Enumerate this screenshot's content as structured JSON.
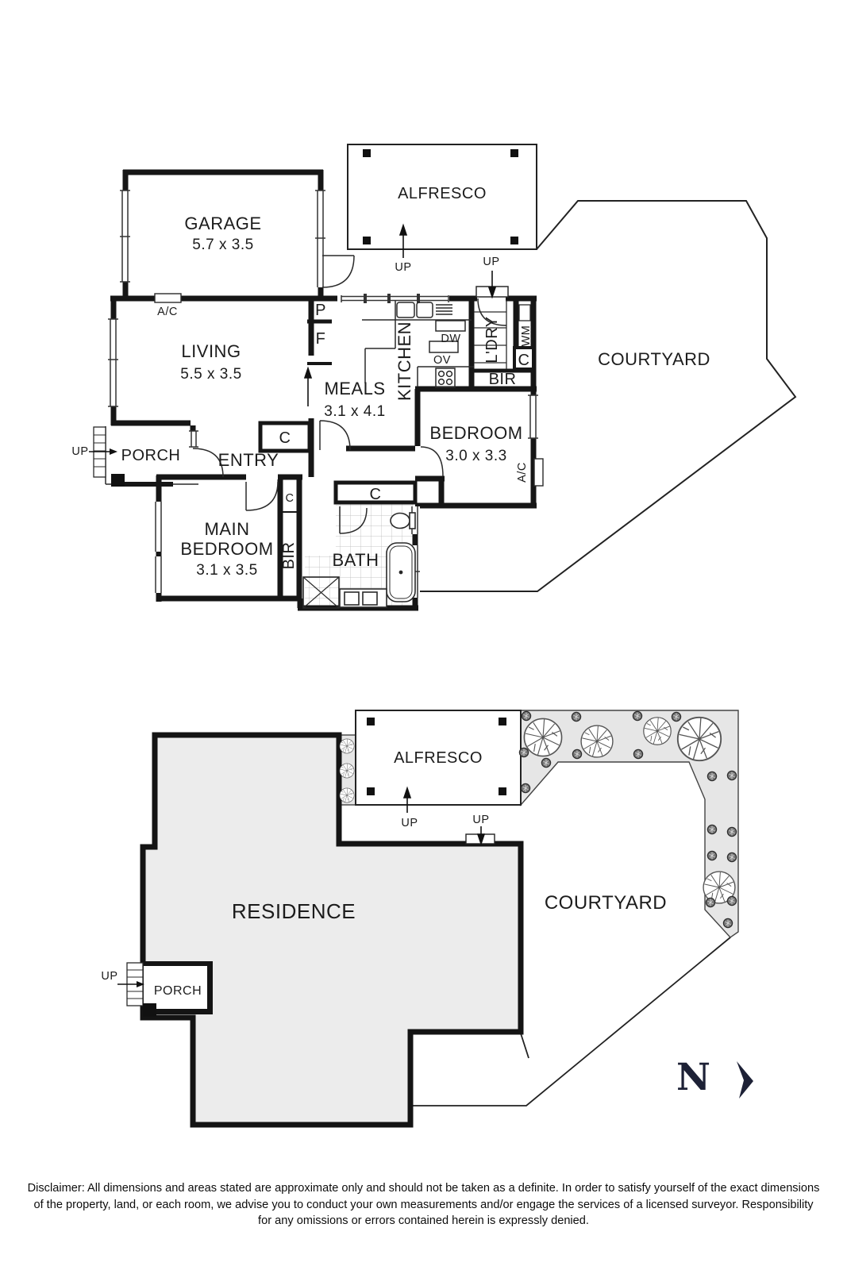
{
  "top_plan": {
    "garage": {
      "name": "GARAGE",
      "dims": "5.7 x 3.5"
    },
    "alfresco": "ALFRESCO",
    "living": {
      "name": "LIVING",
      "dims": "5.5 x 3.5"
    },
    "meals": {
      "name": "MEALS",
      "dims": "3.1 x 4.1"
    },
    "kitchen": "KITCHEN",
    "courtyard": "COURTYARD",
    "bedroom": {
      "name": "BEDROOM",
      "dims": "3.0 x 3.3"
    },
    "main_bedroom": {
      "line1": "MAIN",
      "line2": "BEDROOM",
      "dims": "3.1 x 3.5"
    },
    "bath": "BATH",
    "entry": "ENTRY",
    "porch": "PORCH",
    "laundry": "L'DRY",
    "labels": {
      "up": "UP",
      "ac": "A/C",
      "p": "P",
      "f": "F",
      "c": "C",
      "dw": "DW",
      "ov": "OV",
      "wm": "WM",
      "bir": "BIR"
    }
  },
  "site_plan": {
    "residence": "RESIDENCE",
    "courtyard": "COURTYARD",
    "alfresco": "ALFRESCO",
    "porch": "PORCH",
    "up": "UP"
  },
  "compass": {
    "north": "N"
  },
  "disclaimer": {
    "line1": "Disclaimer: All dimensions and areas stated are approximate only and should not be taken as a definite. In order to satisfy yourself of the exact dimensions",
    "line2": "of the property, land, or each room, we advise you to conduct your own measurements and/or engage the services of a licensed surveyor. Responsibility",
    "line3": "for any omissions or errors contained herein is expressly denied."
  }
}
